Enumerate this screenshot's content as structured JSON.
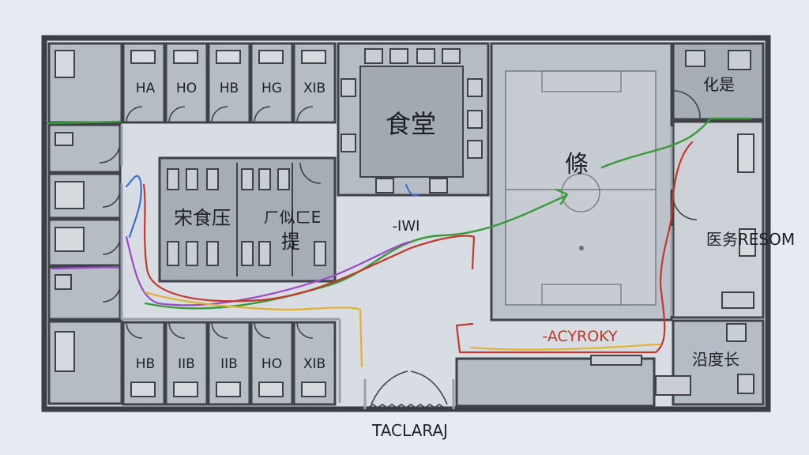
{
  "diagram": {
    "rooms_top": [
      "HA",
      "HO",
      "HB",
      "HG",
      "XIB"
    ],
    "rooms_bottom": [
      "HB",
      "IIB",
      "IIB",
      "HO",
      "XIB"
    ],
    "canteen": "食堂",
    "classroom_left": "宋食压",
    "classroom_right_1": "ㄏ似ㄈE",
    "classroom_right_2": "提",
    "sports_field": "條",
    "corridor_label": "-IWI",
    "office": "化是",
    "medical_room": "医务RESOM",
    "corridor_label_2": "-ACYROKY",
    "principal": "沿度长",
    "entrance": "TACLARAJ"
  },
  "colors": {
    "route_green": "#3a9a3a",
    "route_red": "#c0392b",
    "route_blue": "#3d6fd1",
    "route_purple": "#9b48c9",
    "route_yellow": "#e0b030"
  }
}
